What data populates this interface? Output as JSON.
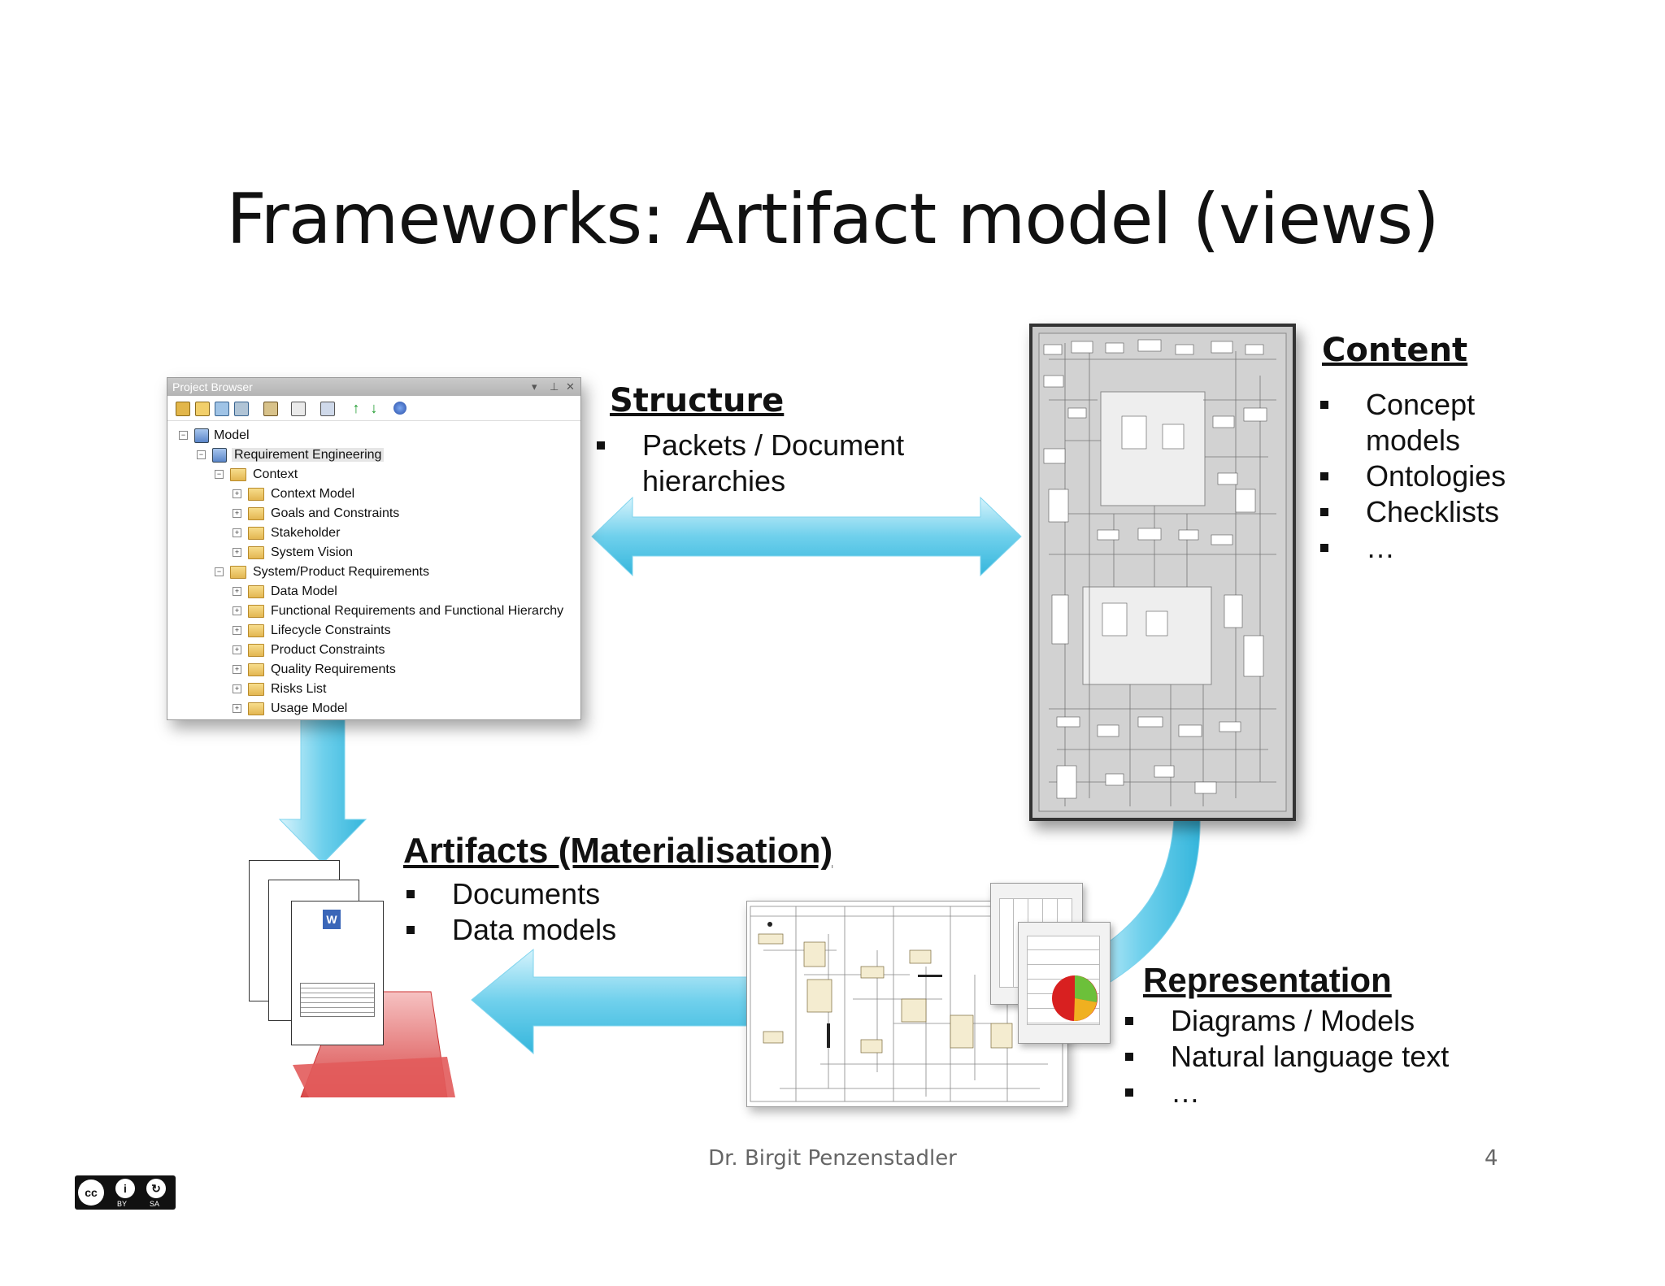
{
  "title": "Frameworks: Artifact model (views)",
  "structure": {
    "heading": "Structure",
    "bullets": [
      "Packets / Document hierarchies"
    ],
    "bullet_line1": "Packets / Document",
    "bullet_line2": "hierarchies"
  },
  "content": {
    "heading": "Content",
    "b1_line1": "Concept",
    "b1_line2": "models",
    "b2": "Ontologies",
    "b3": "Checklists",
    "b4": "…"
  },
  "artifacts": {
    "heading": "Artifacts (Materialisation)",
    "b1": "Documents",
    "b2": "Data models"
  },
  "representation": {
    "heading": "Representation",
    "b1": "Diagrams / Models",
    "b2": "Natural language text",
    "b3": "…"
  },
  "project_browser": {
    "title": "Project Browser",
    "ctl_dropdown": "▾",
    "ctl_pin": "⊥",
    "ctl_close": "✕",
    "tree": [
      {
        "label": "Model"
      },
      {
        "label": "Requirement Engineering"
      },
      {
        "label": "Context"
      },
      {
        "label": "Context Model"
      },
      {
        "label": "Goals and Constraints"
      },
      {
        "label": "Stakeholder"
      },
      {
        "label": "System Vision"
      },
      {
        "label": "System/Product Requirements"
      },
      {
        "label": "Data Model"
      },
      {
        "label": "Functional Requirements and Functional Hierarchy"
      },
      {
        "label": "Lifecycle Constraints"
      },
      {
        "label": "Product Constraints"
      },
      {
        "label": "Quality Requirements"
      },
      {
        "label": "Risks List"
      },
      {
        "label": "Usage Model"
      }
    ]
  },
  "footer": {
    "author": "Dr. Birgit Penzenstadler",
    "page": "4"
  },
  "license": {
    "cc": "cc",
    "by": "BY",
    "sa": "SA"
  },
  "colors": {
    "arrow_light": "#c9eefa",
    "arrow_mid": "#5fcbe9",
    "arrow_dark": "#2fb1d8",
    "folder_red": "#e05a5a"
  },
  "icons": [
    "pin-icon",
    "close-icon",
    "folder-icon",
    "package-icon",
    "word-doc-icon",
    "spreadsheet-icon",
    "pie-chart-icon",
    "cc-by-sa-icon"
  ]
}
